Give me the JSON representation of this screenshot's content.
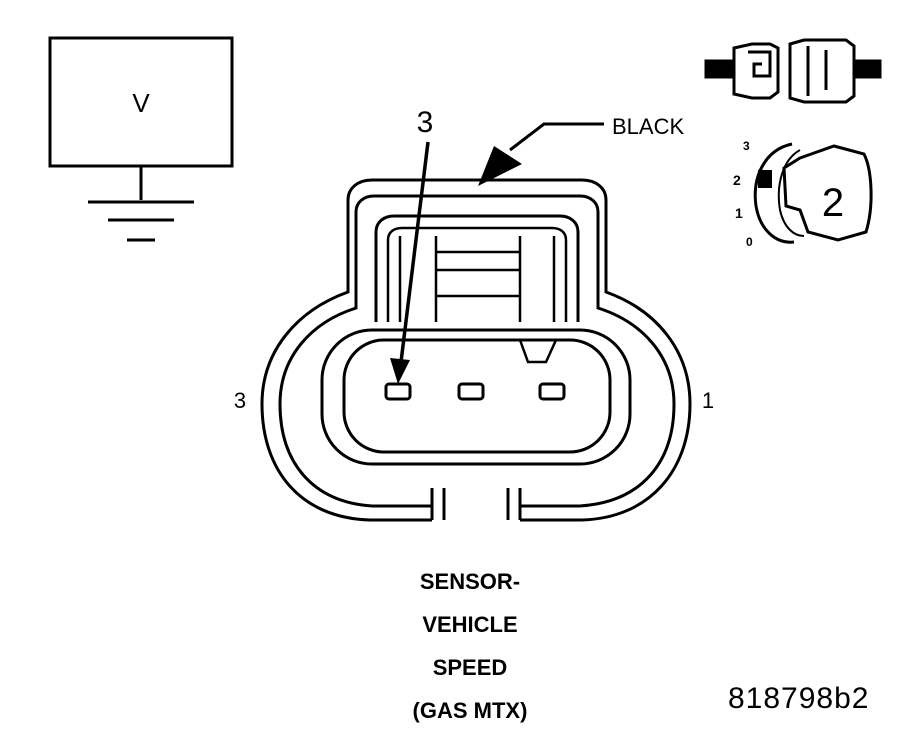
{
  "voltmeter": {
    "label": "V"
  },
  "connector": {
    "color_label": "BLACK",
    "pin_callout": "3",
    "left_pin_label": "3",
    "right_pin_label": "1"
  },
  "selector_dial": {
    "positions": [
      "3",
      "2",
      "1",
      "0"
    ],
    "setting": "2"
  },
  "caption": {
    "lines": [
      "SENSOR-",
      "VEHICLE",
      "SPEED",
      "(GAS MTX)"
    ]
  },
  "figure_id": "818798b2"
}
